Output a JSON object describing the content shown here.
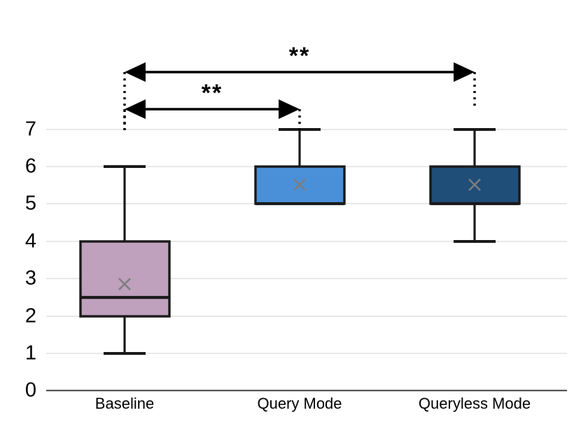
{
  "chart_data": {
    "type": "box",
    "title": "",
    "xlabel": "",
    "ylabel": "",
    "ylim": [
      0,
      7.3
    ],
    "yticks": [
      0,
      1,
      2,
      3,
      4,
      5,
      6,
      7
    ],
    "grid": true,
    "legend": "none",
    "categories": [
      "Baseline",
      "Query Mode",
      "Queryless Mode"
    ],
    "boxes": [
      {
        "name": "Baseline",
        "min": 1,
        "q1": 2,
        "median": 2.5,
        "q3": 4,
        "max": 6,
        "mean": 2.8,
        "fill": "#bfa0bd",
        "stroke": "#1a1a1a"
      },
      {
        "name": "Query Mode",
        "min": 5,
        "q1": 5,
        "median": 5,
        "q3": 6,
        "max": 7,
        "mean": 5.55,
        "fill": "#4a90d9",
        "stroke": "#1a1a1a"
      },
      {
        "name": "Queryless Mode",
        "min": 4,
        "q1": 5,
        "median": 5,
        "q3": 6,
        "max": 7,
        "mean": 5.45,
        "fill": "#1f4e79",
        "stroke": "#1a1a1a"
      }
    ],
    "annotations": [
      {
        "label": "**",
        "from": "Baseline",
        "to": "Queryless Mode",
        "level": 2
      },
      {
        "label": "**",
        "from": "Baseline",
        "to": "Query Mode",
        "level": 1
      }
    ],
    "ytick_labels": [
      "0",
      "1",
      "2",
      "3",
      "4",
      "5",
      "6",
      "7"
    ],
    "colors": {
      "baseline": "#bfa0bd",
      "query_mode": "#4a90d9",
      "queryless_mode": "#1f4e79",
      "mean_marker": "#7d7d7d",
      "grid": "#e8e8e8",
      "axis": "#555555",
      "outline": "#1a1a1a",
      "background": "#ffffff"
    }
  }
}
